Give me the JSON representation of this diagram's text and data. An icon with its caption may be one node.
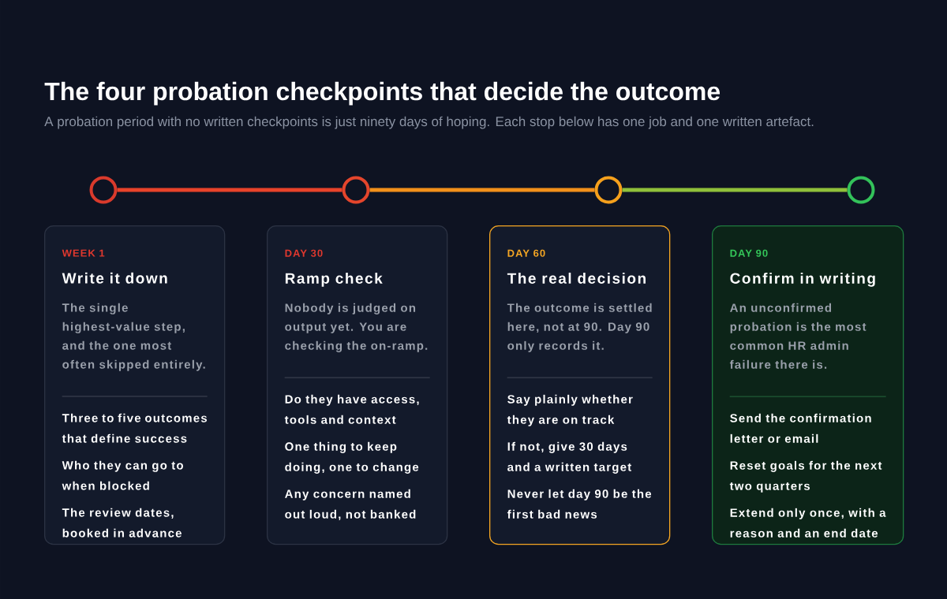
{
  "diagram": {
    "title": "The four probation checkpoints that decide the outcome",
    "nodes": [
      {
        "text": [],
        "shape": "circle"
      },
      {
        "text": [],
        "shape": "circle"
      },
      {
        "text": [],
        "shape": "circle"
      },
      {
        "text": [],
        "shape": "circle"
      },
      {
        "text": [
          "WEEK 1",
          "Write it down",
          "The single highest-value step, and the one most often skipped entirely.",
          "Three to five outcomes that define success",
          "Who they can go to when blocked",
          "The review dates, booked in advance"
        ]
      },
      {
        "text": [
          "DAY 30",
          "Ramp check",
          "Nobody is judged on output yet. You are checking the on-ramp.",
          "Do they have access, tools and context",
          "One thing to keep doing, one to change",
          "Any concern named out loud, not banked"
        ]
      },
      {
        "text": [
          "DAY 60",
          "The real decision",
          "The outcome is settled here, not at 90. Day 90 only records it.",
          "Say plainly whether they are on track",
          "If not, give 30 days and a written target",
          "Never let day 90 be the first bad news"
        ]
      },
      {
        "text": [
          "DAY 90",
          "Confirm in writing",
          "An unconfirmed probation is the most common HR admin failure there is.",
          "Send the confirmation letter or email",
          "Reset goals for the next two quarters",
          "Extend only once, with a reason and an end date"
        ]
      }
    ],
    "edges": [
      {
        "from": 0,
        "to": 1,
        "arrow": "none",
        "color": "#e8432a"
      },
      {
        "from": 1,
        "to": 2,
        "arrow": "none",
        "color": "#f2901a"
      },
      {
        "from": 2,
        "to": 3,
        "arrow": "none",
        "color": "#8fc03a"
      }
    ],
    "labels": [
      "A probation period with no written checkpoints is just ninety days of hoping. Each stop below has one job and one written artefact."
    ]
  }
}
